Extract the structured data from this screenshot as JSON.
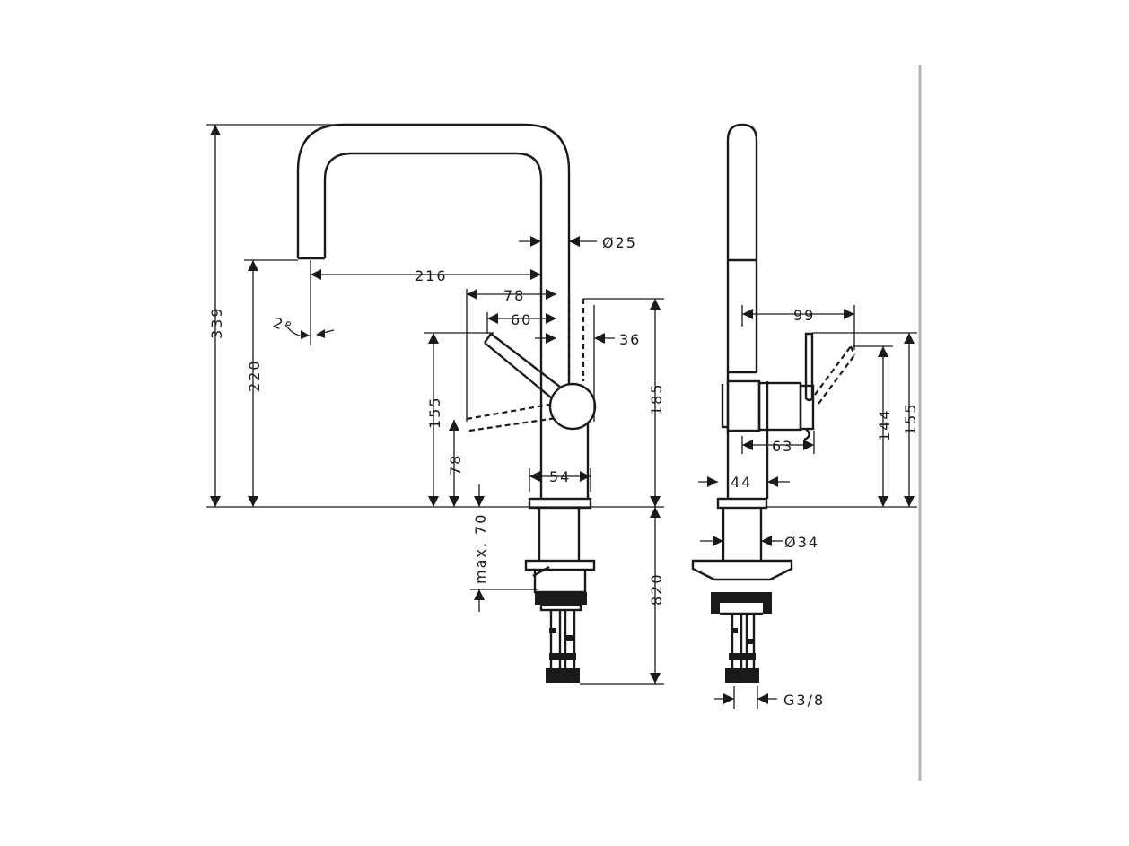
{
  "dimensions": {
    "overall_height": "339",
    "spout_height": "220",
    "spout_reach": "216",
    "lever_offset_78": "78",
    "lever_offset_60": "60",
    "spout_diameter": "Ø25",
    "body_width_36": "36",
    "lever_height_155_front": "155",
    "lever_low_78": "78",
    "body_height": "185",
    "base_width": "54",
    "max_deck_thickness": "max. 70",
    "shank_length": "820",
    "swivel_angle": "2°",
    "side_reach": "99",
    "lever_side_offset": "63",
    "side_body_width": "44",
    "side_lever_height": "144",
    "side_lever_height_155": "155",
    "shank_diameter": "Ø34",
    "connection_thread": "G3/8"
  }
}
